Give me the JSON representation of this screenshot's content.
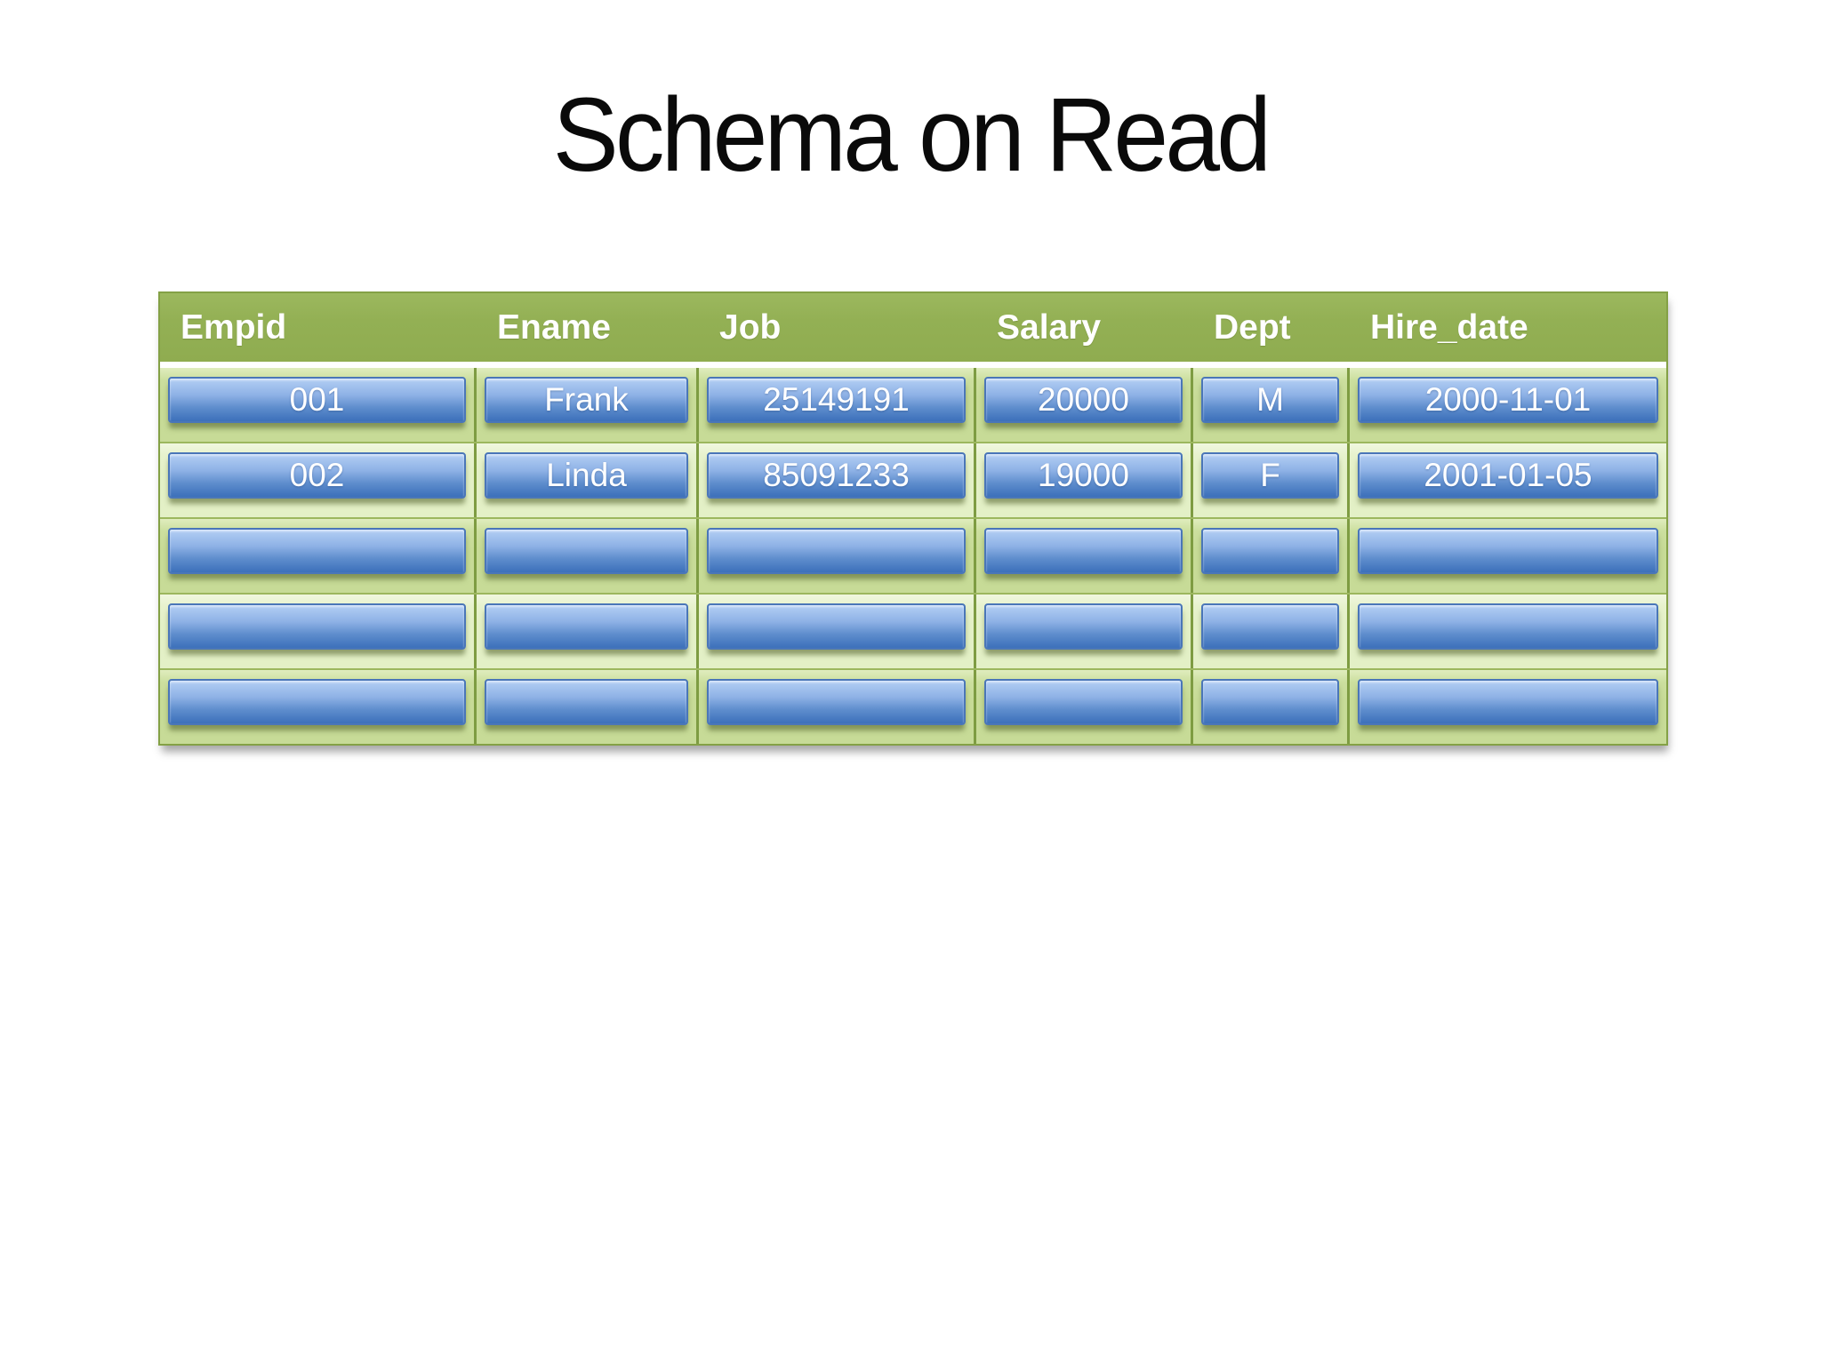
{
  "slide": {
    "title": "Schema on Read"
  },
  "table": {
    "columns": [
      "Empid",
      "Ename",
      "Job",
      "Salary",
      "Dept",
      "Hire_date"
    ],
    "rows": [
      {
        "cells": [
          "001",
          "Frank",
          "25149191",
          "20000",
          "M",
          "2000-11-01"
        ]
      },
      {
        "cells": [
          "002",
          "Linda",
          "85091233",
          "19000",
          "F",
          "2001-01-05"
        ]
      },
      {
        "cells": [
          "",
          "",
          "",
          "",
          "",
          ""
        ]
      },
      {
        "cells": [
          "",
          "",
          "",
          "",
          "",
          ""
        ]
      },
      {
        "cells": [
          "",
          "",
          "",
          "",
          "",
          ""
        ]
      }
    ]
  },
  "colors": {
    "header_green": "#93B054",
    "band_dark_green": "#C7DB97",
    "band_light_green": "#E3F0C6",
    "divider_green": "#7E9C42",
    "outer_border_green": "#84A146",
    "pill_border_blue": "#4A76B8",
    "pill_gradient_top": "#B3CFF4",
    "pill_gradient_bottom": "#3C70BA",
    "header_text": "#FFFFFF",
    "pill_text": "#FFFFFF",
    "title_text": "#0A0A0A"
  }
}
